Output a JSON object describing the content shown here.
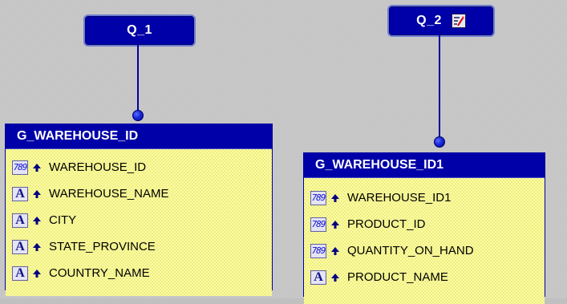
{
  "queries": [
    {
      "label": "Q_1",
      "has_icon": false
    },
    {
      "label": "Q_2",
      "has_icon": true,
      "icon": "edit-query-icon"
    }
  ],
  "groups": [
    {
      "title": "G_WAREHOUSE_ID",
      "columns": [
        {
          "name": "WAREHOUSE_ID",
          "type": "number",
          "type_glyph": "789"
        },
        {
          "name": "WAREHOUSE_NAME",
          "type": "character",
          "type_glyph": "A"
        },
        {
          "name": "CITY",
          "type": "character",
          "type_glyph": "A"
        },
        {
          "name": "STATE_PROVINCE",
          "type": "character",
          "type_glyph": "A"
        },
        {
          "name": "COUNTRY_NAME",
          "type": "character",
          "type_glyph": "A"
        }
      ]
    },
    {
      "title": "G_WAREHOUSE_ID1",
      "columns": [
        {
          "name": "WAREHOUSE_ID1",
          "type": "number",
          "type_glyph": "789"
        },
        {
          "name": "PRODUCT_ID",
          "type": "number",
          "type_glyph": "789"
        },
        {
          "name": "QUANTITY_ON_HAND",
          "type": "number",
          "type_glyph": "789"
        },
        {
          "name": "PRODUCT_NAME",
          "type": "character",
          "type_glyph": "A"
        }
      ]
    }
  ],
  "colors": {
    "header_bg": "#0000a8",
    "group_body": "#ffff9c",
    "canvas": "#c4c4c4"
  }
}
